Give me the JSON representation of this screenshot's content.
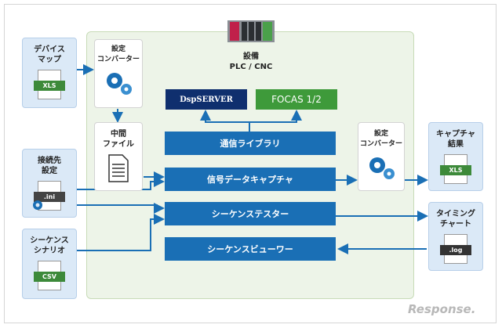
{
  "left": {
    "device_map": {
      "label": "デバイス\nマップ",
      "file": "XLS"
    },
    "connection": {
      "label": "接続先\n設定",
      "file": ".ini"
    },
    "scenario": {
      "label": "シーケンス\nシナリオ",
      "file": "CSV"
    }
  },
  "center": {
    "converter_top": "設定\nコンバーター",
    "intermediate": "中間\nファイル",
    "plc_title": "設備\nPLC / CNC",
    "dsp_logo": "DspSERVER",
    "focas": "FOCAS 1/2",
    "bars": [
      "通信ライブラリ",
      "信号データキャプチャ",
      "シーケンステスター",
      "シーケンスビューワー"
    ],
    "converter_right": "設定\nコンバーター"
  },
  "right": {
    "capture": {
      "label": "キャプチャ\n結果",
      "file": "XLS"
    },
    "timing": {
      "label": "タイミング\nチャート",
      "file": ".log"
    }
  },
  "watermark": "Response.",
  "colors": {
    "bar": "#1a6fb5",
    "focas": "#3e9a3a",
    "xls": "#3d8a3a",
    "ini": "#444444",
    "csv": "#3d8a3a",
    "log": "#333333",
    "panel": "#edf4e8",
    "side": "#dbe9f7"
  }
}
